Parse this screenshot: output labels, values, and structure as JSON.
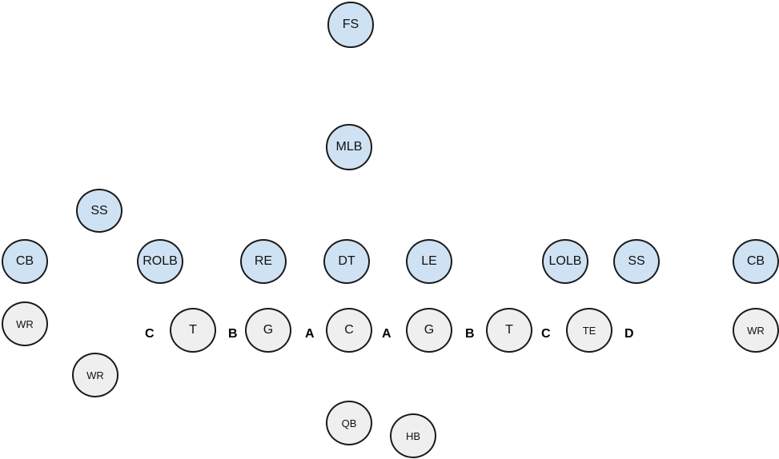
{
  "colors": {
    "defense_fill": "#cfe2f3",
    "offense_fill": "#efefef",
    "outline": "#1a1a1a"
  },
  "defense": {
    "fs": "FS",
    "mlb": "MLB",
    "ss_left": "SS",
    "cb_left": "CB",
    "rolb": "ROLB",
    "re": "RE",
    "dt": "DT",
    "le": "LE",
    "lolb": "LOLB",
    "ss_right": "SS",
    "cb_right": "CB"
  },
  "offense": {
    "wr_left_top": "WR",
    "wr_left_bottom": "WR",
    "t_left": "T",
    "g_left": "G",
    "c": "C",
    "g_right": "G",
    "t_right": "T",
    "te": "TE",
    "wr_right": "WR",
    "qb": "QB",
    "hb": "HB"
  },
  "gaps": {
    "c_left": "C",
    "b_left": "B",
    "a_left": "A",
    "a_right": "A",
    "b_right": "B",
    "c_right": "C",
    "d_right": "D"
  }
}
